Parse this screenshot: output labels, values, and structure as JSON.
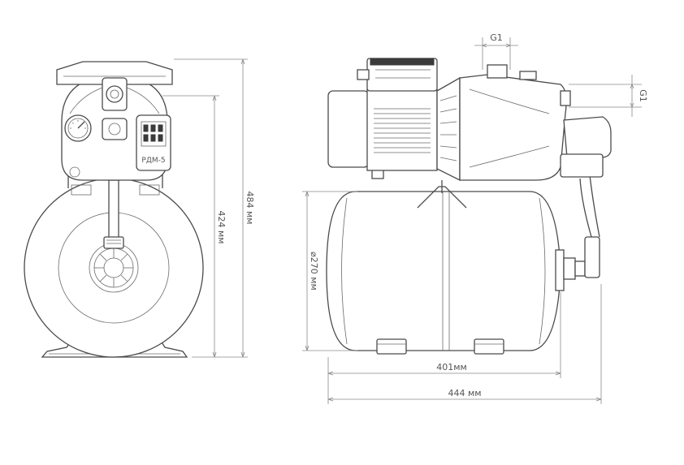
{
  "dimensions": {
    "total_height": "484 мм",
    "body_height": "424 мм",
    "tank_diameter": "⌀270 мм",
    "tank_length": "401мм",
    "total_length": "444 мм",
    "inlet_thread": "G1",
    "outlet_thread": "G1"
  },
  "switch_label": "РДМ-5",
  "colors": {
    "line": "#4a4a4a",
    "dimension": "#8a8a8a",
    "background": "#ffffff"
  }
}
